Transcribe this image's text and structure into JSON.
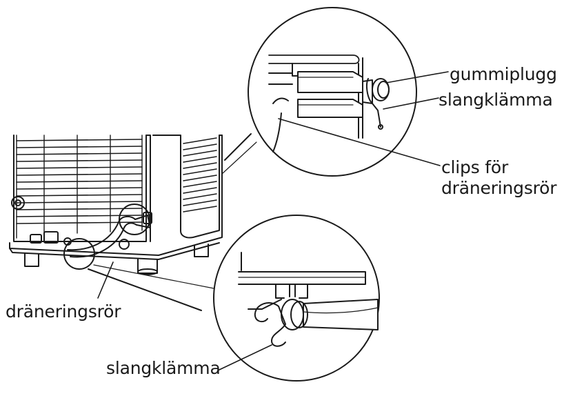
{
  "labels": {
    "gummiplugg": "gummiplugg",
    "slangklamma_top": "slangklämma",
    "clips_line1": "clips för",
    "clips_line2": "dräneringsrör",
    "draneringsror": "dräneringsrör",
    "slangklamma_bottom": "slangklämma"
  },
  "colors": {
    "line": "#1a1a1a",
    "background": "#ffffff",
    "shade": "#e6e6e6"
  }
}
